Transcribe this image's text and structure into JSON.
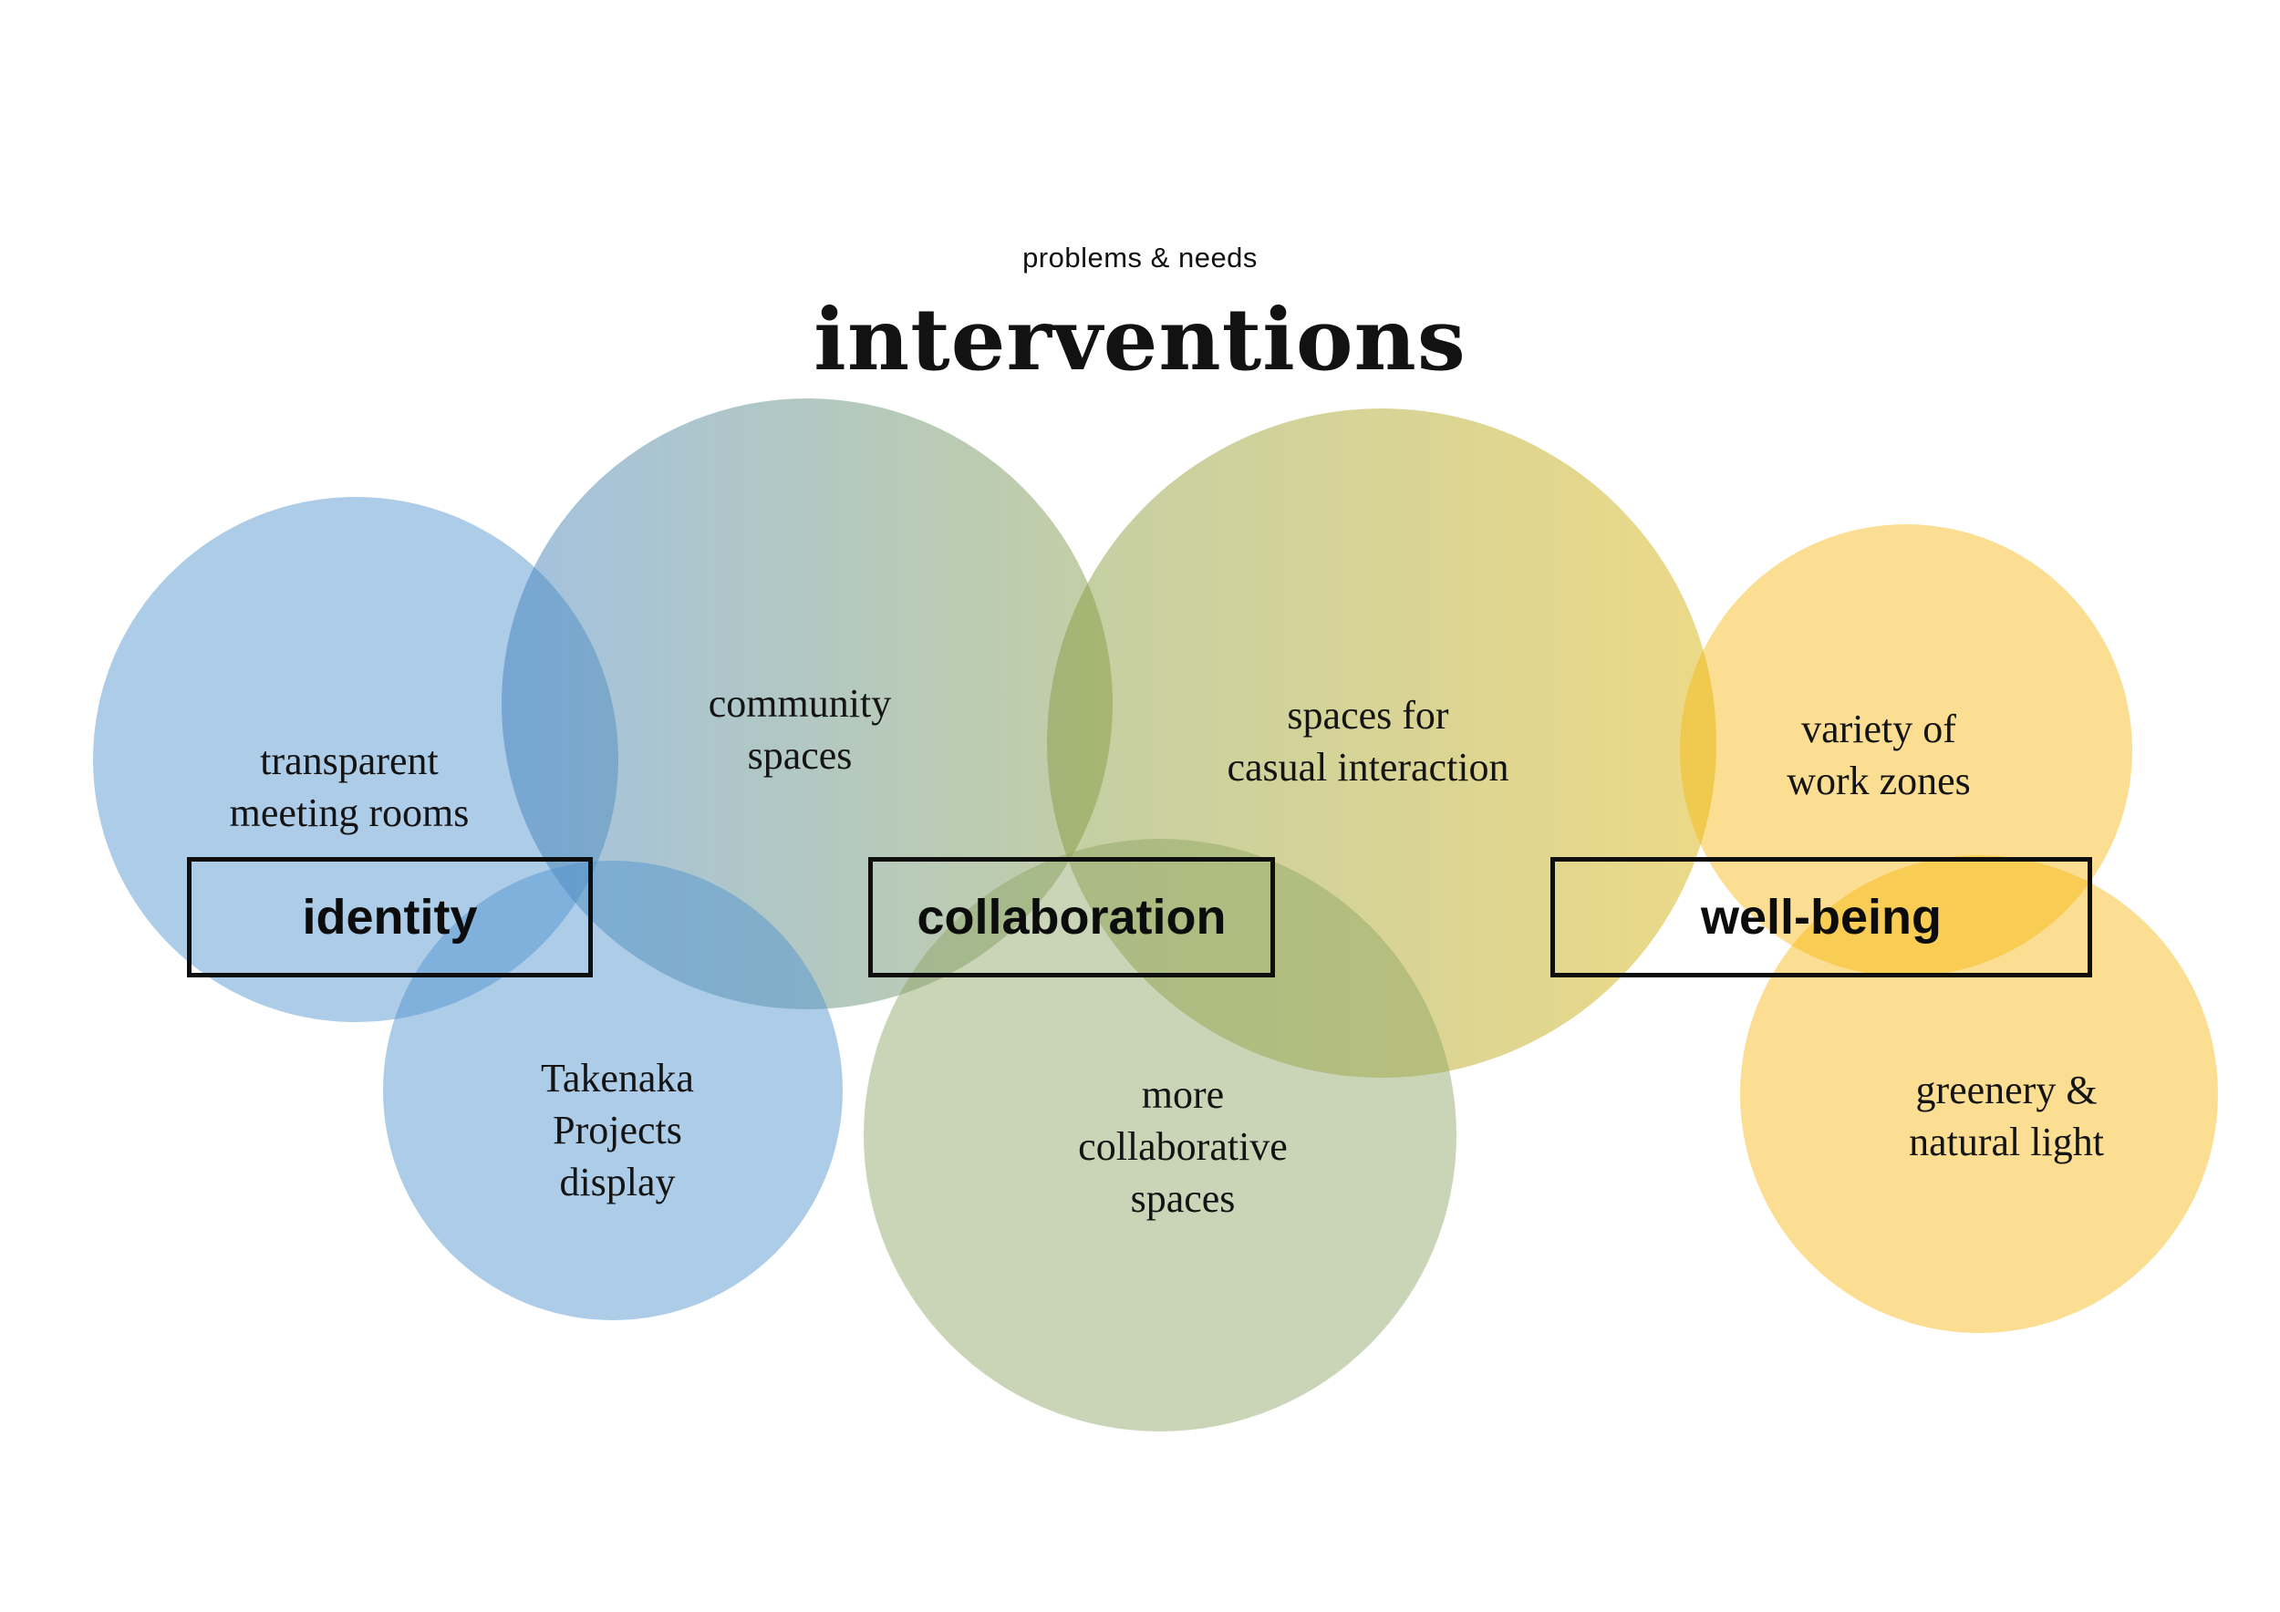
{
  "header": {
    "eyebrow": "problems & needs",
    "title": "interventions"
  },
  "categories": {
    "identity": "identity",
    "collaboration": "collaboration",
    "wellbeing": "well-being"
  },
  "labels": {
    "transparent": "transparent\nmeeting rooms",
    "community": "community\nspaces",
    "casual": "spaces for\ncasual interaction",
    "workzones": "variety of\nwork zones",
    "takenaka": "Takenaka\nProjects\ndisplay",
    "morecollab": "more\ncollaborative\nspaces",
    "greenery": "greenery &\nnatural light"
  },
  "diagram": {
    "type": "venn-cluster",
    "groups": [
      {
        "category": "identity",
        "color": "#b2cfea",
        "interventions": [
          "transparent meeting rooms",
          "community spaces",
          "Takenaka Projects display"
        ]
      },
      {
        "category": "collaboration",
        "color": "#ccd6bc",
        "interventions": [
          "community spaces",
          "spaces for casual interaction",
          "more collaborative spaces"
        ]
      },
      {
        "category": "well-being",
        "color": "#fbde91",
        "interventions": [
          "spaces for casual interaction",
          "variety of work zones",
          "greenery & natural light"
        ]
      }
    ],
    "bridges": [
      {
        "circle": "community spaces",
        "gradient": [
          "#a2c1e0",
          "#c3cea4"
        ],
        "links": [
          "identity",
          "collaboration"
        ]
      },
      {
        "circle": "spaces for casual interaction",
        "gradient": [
          "#c3cea4",
          "#ecd987"
        ],
        "links": [
          "collaboration",
          "well-being"
        ]
      }
    ]
  },
  "colors": {
    "background": "#ffffff",
    "blue_circle": "#b2cfea",
    "green_circle": "#ccd6bc",
    "yellow_circle": "#fbde91",
    "box_border": "#0e0e0e",
    "text": "#141414"
  }
}
